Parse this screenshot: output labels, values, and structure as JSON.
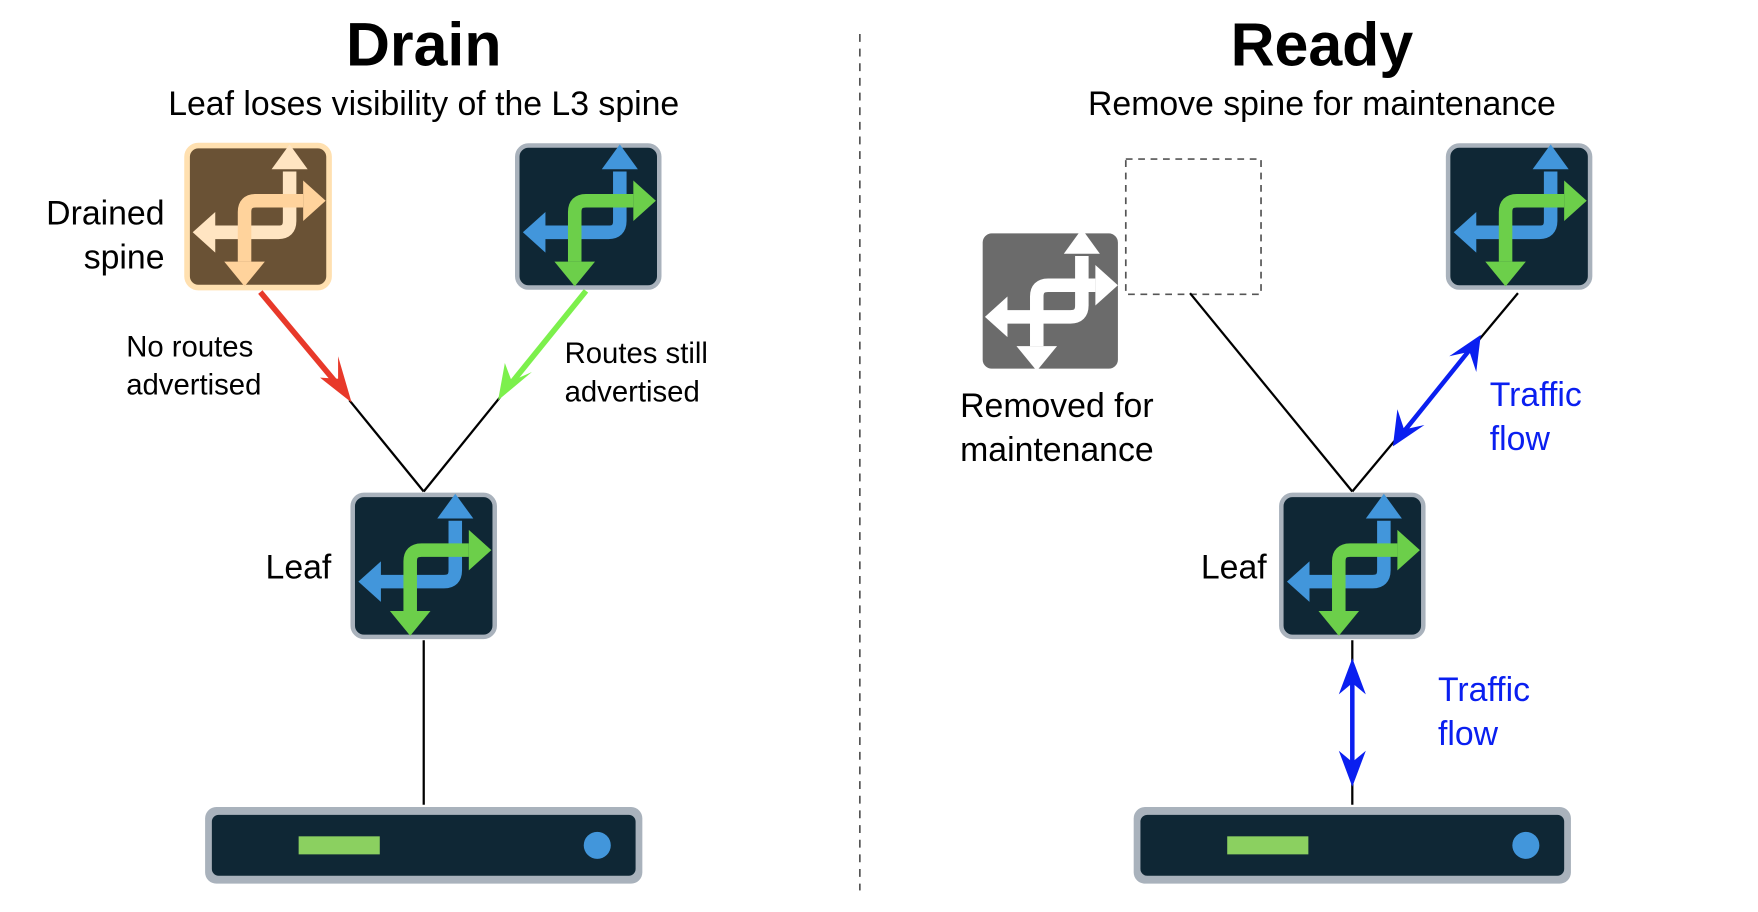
{
  "colors": {
    "device_bg": "#0f2735",
    "device_border": "#a9b2bc",
    "arrow_blue": "#4296db",
    "arrow_green": "#6ccf4a",
    "drained_bg": "#6a5235",
    "drained_border": "#ffe0b0",
    "drained_arrow": "#ffd9a6",
    "removed_bg": "#6b6b6b",
    "no_routes_arrow": "#e8392a",
    "routes_arrow": "#7cf04c",
    "traffic": "#0a1ff0",
    "server_led_green": "#8bd060",
    "server_led_blue": "#4296db"
  },
  "left": {
    "title": "Drain",
    "subtitle": "Leaf loses visibility of the L3 spine",
    "drained_label_1": "Drained",
    "drained_label_2": "spine",
    "no_routes_1": "No routes",
    "no_routes_2": "advertised",
    "routes_1": "Routes still",
    "routes_2": "advertised",
    "leaf_label": "Leaf"
  },
  "right": {
    "title": "Ready",
    "subtitle": "Remove spine for maintenance",
    "removed_1": "Removed for",
    "removed_2": "maintenance",
    "traffic_top_1": "Traffic",
    "traffic_top_2": "flow",
    "traffic_bottom_1": "Traffic",
    "traffic_bottom_2": "flow",
    "leaf_label": "Leaf"
  }
}
